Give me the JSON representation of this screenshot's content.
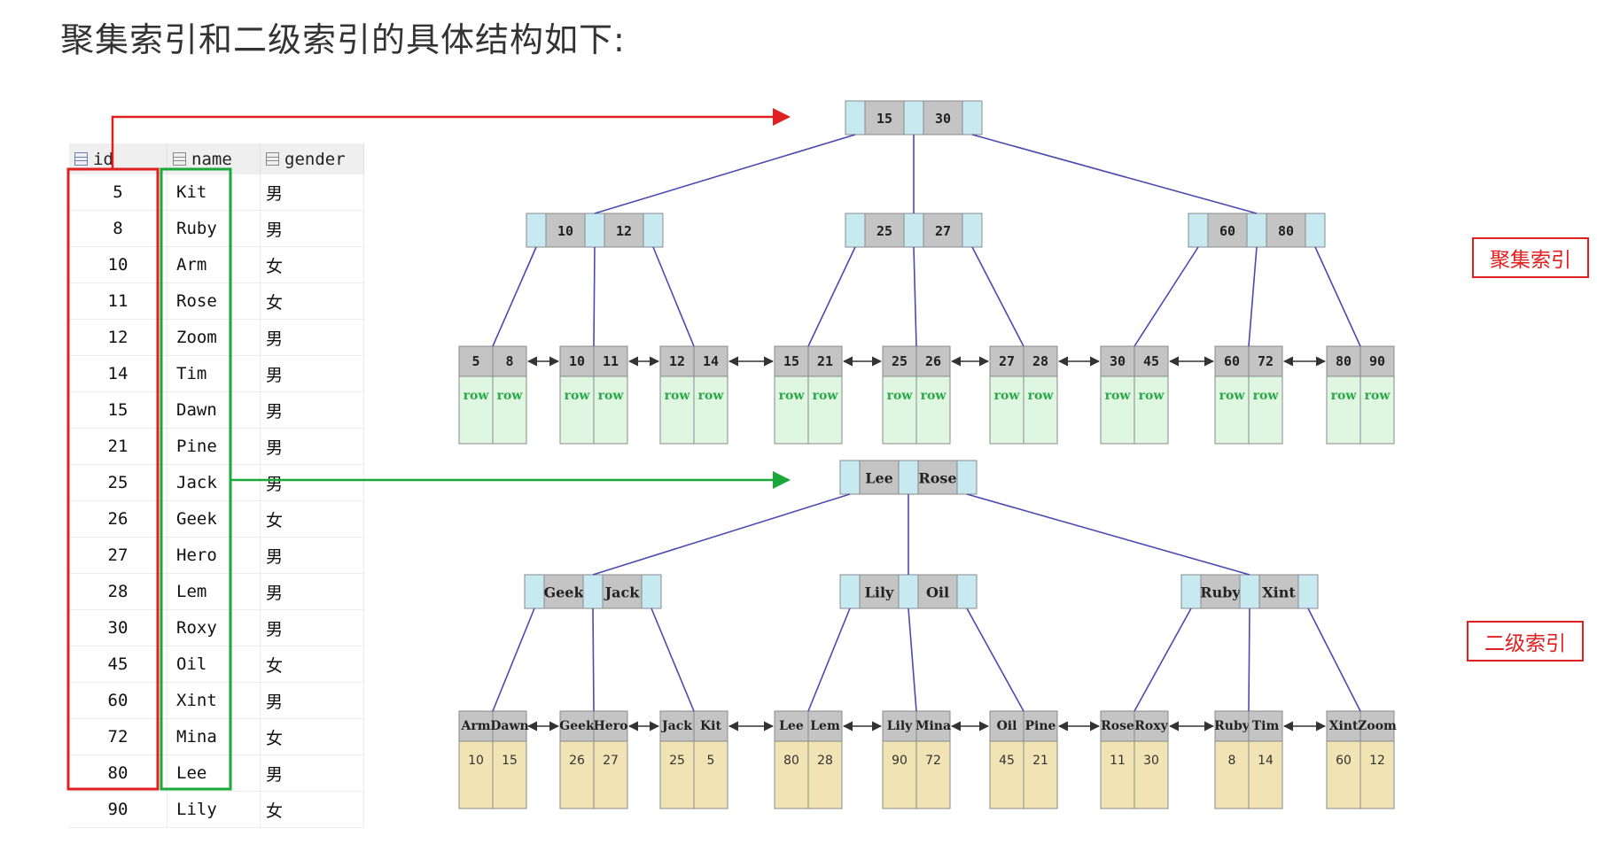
{
  "page_title": "聚集索引和二级索引的具体结构如下:",
  "table": {
    "headers": [
      "id",
      "name",
      "gender"
    ],
    "rows": [
      [
        "5",
        "Kit",
        "男"
      ],
      [
        "8",
        "Ruby",
        "男"
      ],
      [
        "10",
        "Arm",
        "女"
      ],
      [
        "11",
        "Rose",
        "女"
      ],
      [
        "12",
        "Zoom",
        "男"
      ],
      [
        "14",
        "Tim",
        "男"
      ],
      [
        "15",
        "Dawn",
        "男"
      ],
      [
        "21",
        "Pine",
        "男"
      ],
      [
        "25",
        "Jack",
        "男"
      ],
      [
        "26",
        "Geek",
        "女"
      ],
      [
        "27",
        "Hero",
        "男"
      ],
      [
        "28",
        "Lem",
        "男"
      ],
      [
        "30",
        "Roxy",
        "男"
      ],
      [
        "45",
        "Oil",
        "女"
      ],
      [
        "60",
        "Xint",
        "男"
      ],
      [
        "72",
        "Mina",
        "女"
      ],
      [
        "80",
        "Lee",
        "男"
      ],
      [
        "90",
        "Lily",
        "女"
      ]
    ]
  },
  "clustered": {
    "label": "聚集索引",
    "root": [
      "15",
      "30"
    ],
    "mid": [
      [
        "10",
        "12"
      ],
      [
        "25",
        "27"
      ],
      [
        "60",
        "80"
      ]
    ],
    "leaves": [
      [
        "5",
        "8"
      ],
      [
        "10",
        "11"
      ],
      [
        "12",
        "14"
      ],
      [
        "15",
        "21"
      ],
      [
        "25",
        "26"
      ],
      [
        "27",
        "28"
      ],
      [
        "30",
        "45"
      ],
      [
        "60",
        "72"
      ],
      [
        "80",
        "90"
      ]
    ],
    "leaf_value": "row"
  },
  "secondary": {
    "label": "二级索引",
    "root": [
      "Lee",
      "Rose"
    ],
    "mid": [
      [
        "Geek",
        "Jack"
      ],
      [
        "Lily",
        "Oil"
      ],
      [
        "Ruby",
        "Xint"
      ]
    ],
    "leaves": [
      [
        "Arm",
        "Dawn"
      ],
      [
        "Geek",
        "Hero"
      ],
      [
        "Jack",
        "Kit"
      ],
      [
        "Lee",
        "Lem"
      ],
      [
        "Lily",
        "Mina"
      ],
      [
        "Oil",
        "Pine"
      ],
      [
        "Rose",
        "Roxy"
      ],
      [
        "Ruby",
        "Tim"
      ],
      [
        "Xint",
        "Zoom"
      ]
    ],
    "leaf_ids": [
      [
        "10",
        "15"
      ],
      [
        "26",
        "27"
      ],
      [
        "25",
        "5"
      ],
      [
        "80",
        "28"
      ],
      [
        "90",
        "72"
      ],
      [
        "45",
        "21"
      ],
      [
        "11",
        "30"
      ],
      [
        "8",
        "14"
      ],
      [
        "60",
        "12"
      ]
    ]
  },
  "colors": {
    "key_cell": "#c4c4c4",
    "pointer_cell": "#c7eaf1",
    "row_cell": "#dff7e0",
    "id_cell": "#f1e4b4",
    "edge": "#4a4ab0",
    "red": "#e02020",
    "green": "#1aa83a"
  }
}
